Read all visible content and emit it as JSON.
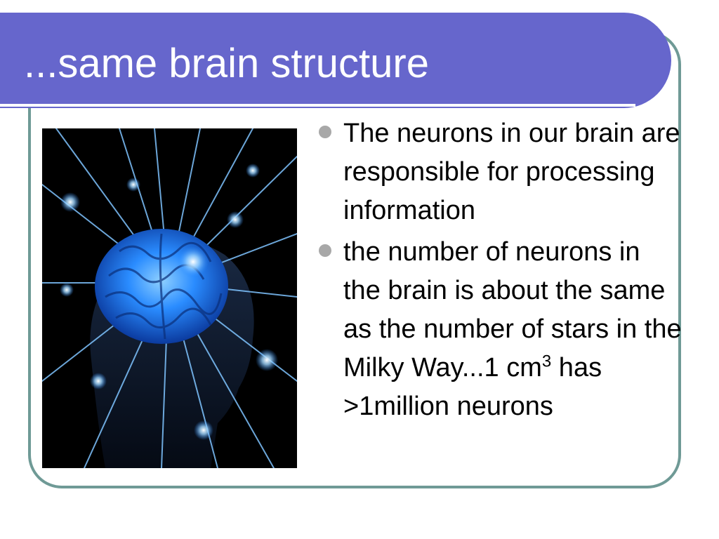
{
  "title": "...same brain structure",
  "bullets": [
    "The neurons in our brain are responsible for processing information",
    "the number of neurons in the brain is about the same as the number of stars in the Milky Way...1 cm"
  ],
  "bullet2_sup": "3",
  "bullet2_tail": " has >1million neurons",
  "image": {
    "icon": "glowing-brain-neurons-image"
  },
  "colors": {
    "title_bar": "#6666cc",
    "frame_border": "#6f9a96",
    "bullet_dot": "#a8a8a8",
    "brain_glow": "#2a8cff"
  }
}
